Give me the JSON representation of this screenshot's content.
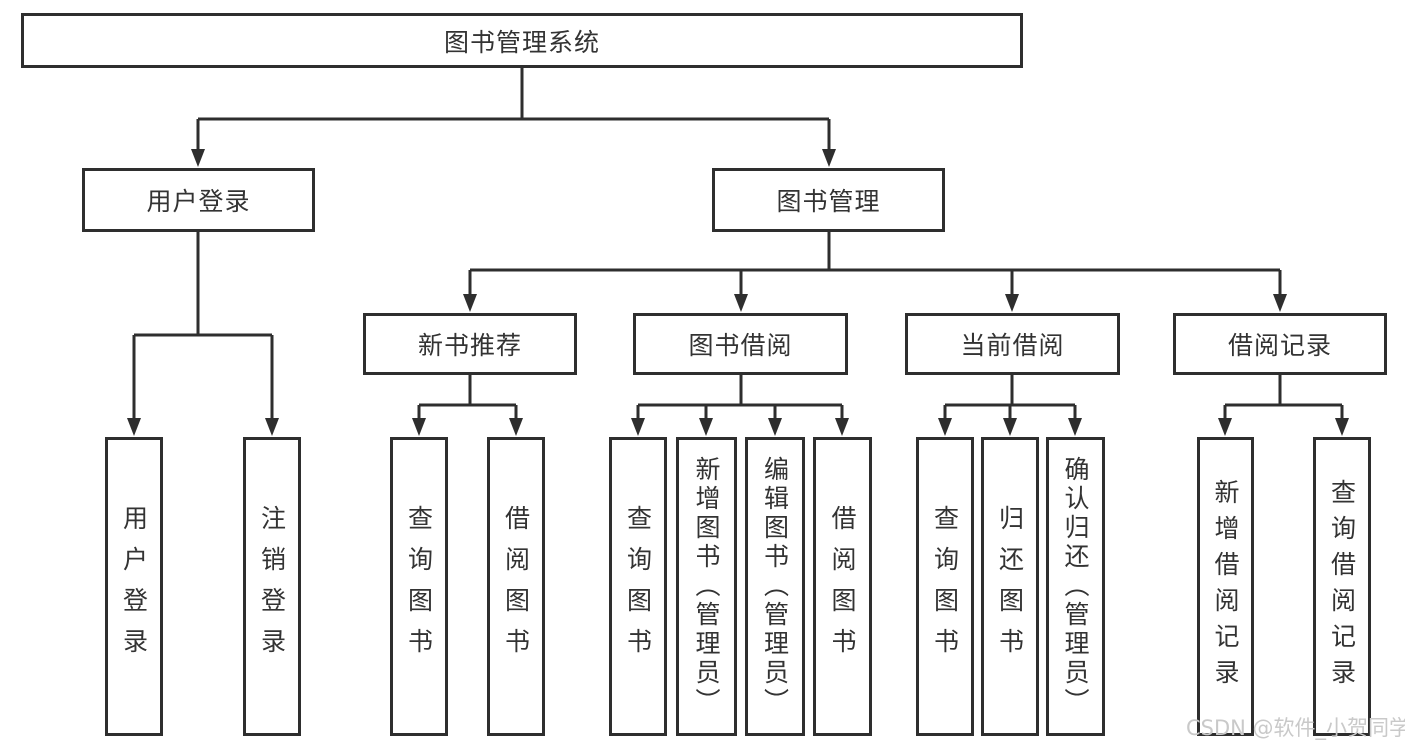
{
  "diagram": {
    "root": {
      "label": "图书管理系统"
    },
    "level2": [
      {
        "label": "用户登录"
      },
      {
        "label": "图书管理"
      }
    ],
    "level3": [
      {
        "label": "新书推荐"
      },
      {
        "label": "图书借阅"
      },
      {
        "label": "当前借阅"
      },
      {
        "label": "借阅记录"
      }
    ],
    "leaves": {
      "user_login": [
        {
          "label": "用户登录"
        },
        {
          "label": "注销登录"
        }
      ],
      "new_book": [
        {
          "label": "查询图书"
        },
        {
          "label": "借阅图书"
        }
      ],
      "book_borrow": [
        {
          "label": "查询图书"
        },
        {
          "label": "新增图书（管理员）"
        },
        {
          "label": "编辑图书（管理员）"
        },
        {
          "label": "借阅图书"
        }
      ],
      "current_borrow": [
        {
          "label": "查询图书"
        },
        {
          "label": "归还图书"
        },
        {
          "label": "确认归还（管理员）"
        }
      ],
      "borrow_record": [
        {
          "label": "新增借阅记录"
        },
        {
          "label": "查询借阅记录"
        }
      ]
    }
  },
  "watermark": {
    "text": "CSDN @软件_小贺同学"
  },
  "colors": {
    "line": "#2e2e2e",
    "text": "#333333",
    "background": "#ffffff",
    "watermark": "#c9c9c9"
  }
}
